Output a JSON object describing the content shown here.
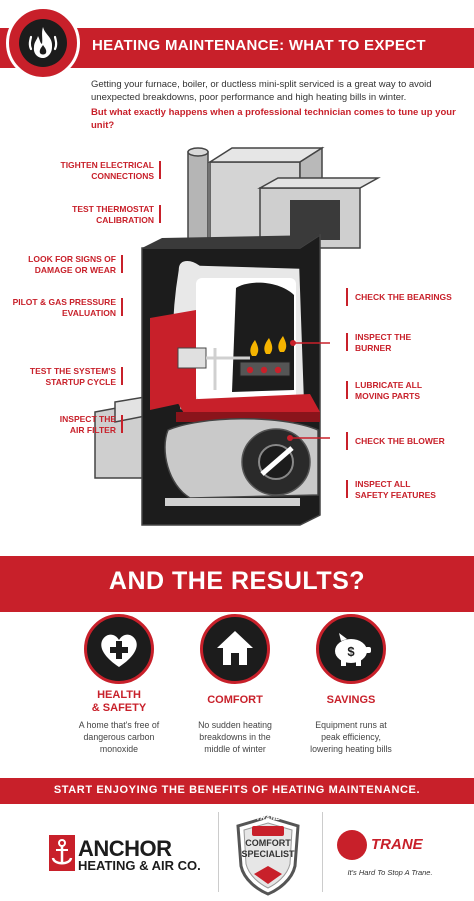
{
  "header": {
    "title": "HEATING MAINTENANCE: WHAT TO EXPECT",
    "intro": "Getting your furnace, boiler, or ductless mini-split serviced is a great way to avoid unexpected breakdowns, poor performance and high heating bills in winter.",
    "question": "But what exactly happens when a professional technician comes to tune up your unit?",
    "logo_icon": "flame-icon"
  },
  "furnace": {
    "left_labels": [
      {
        "line1": "TIGHTEN ELECTRICAL",
        "line2": "CONNECTIONS"
      },
      {
        "line1": "TEST THERMOSTAT",
        "line2": "CALIBRATION"
      },
      {
        "line1": "LOOK FOR SIGNS OF",
        "line2": "DAMAGE OR WEAR"
      },
      {
        "line1": "PILOT & GAS PRESSURE",
        "line2": "EVALUATION"
      },
      {
        "line1": "TEST THE SYSTEM'S",
        "line2": "STARTUP CYCLE"
      },
      {
        "line1": "INSPECT THE",
        "line2": "AIR FILTER"
      }
    ],
    "right_labels": [
      {
        "line1": "CHECK THE BEARINGS",
        "line2": ""
      },
      {
        "line1": "INSPECT THE",
        "line2": "BURNER"
      },
      {
        "line1": "LUBRICATE ALL",
        "line2": "MOVING PARTS"
      },
      {
        "line1": "CHECK THE BLOWER",
        "line2": ""
      },
      {
        "line1": "INSPECT ALL",
        "line2": "SAFETY FEATURES"
      }
    ]
  },
  "results": {
    "title": "AND THE RESULTS?",
    "items": [
      {
        "icon": "heart-plus-icon",
        "title1": "HEALTH",
        "title2": "& SAFETY",
        "l1": "A home that's free of",
        "l2": "dangerous carbon",
        "l3": "monoxide"
      },
      {
        "icon": "house-icon",
        "title1": "COMFORT",
        "title2": "",
        "l1": "No sudden heating",
        "l2": "breakdowns in the",
        "l3": "middle of winter"
      },
      {
        "icon": "piggy-bank-icon",
        "title1": "SAVINGS",
        "title2": "",
        "l1": "Equipment runs at",
        "l2": "peak efficiency,",
        "l3": "lowering heating bills"
      }
    ]
  },
  "cta": "START ENJOYING THE BENEFITS OF HEATING MAINTENANCE.",
  "footer": {
    "anchor_name": "ANCHOR",
    "anchor_sub": "HEATING & AIR CO.",
    "badge_brand": "TRANE",
    "badge_line1": "COMFORT",
    "badge_line2": "SPECIALIST",
    "trane_name": "TRANE",
    "trane_tagline": "It's Hard To Stop A Trane."
  },
  "colors": {
    "brand_red": "#c8202a",
    "dark": "#1c1c1c",
    "metal": "#c9c9c9"
  }
}
